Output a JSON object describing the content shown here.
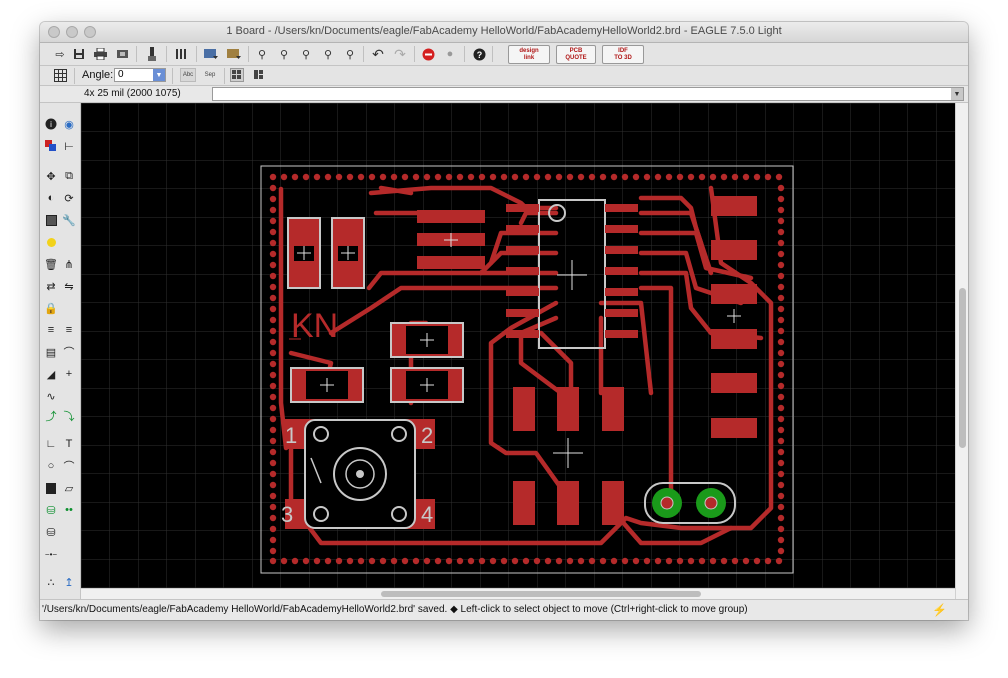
{
  "window": {
    "title": "1 Board - /Users/kn/Documents/eagle/FabAcademy HelloWorld/FabAcademyHelloWorld2.brd - EAGLE 7.5.0 Light"
  },
  "toolbar2": {
    "angle_label": "Angle:",
    "angle_value": "0",
    "abc_label": "Abc",
    "sep_label": "Sep"
  },
  "toolbar1": {
    "design_link_top": "design",
    "design_link_bottom": "link",
    "pcb_quote_top": "PCB",
    "pcb_quote_bottom": "QUOTE",
    "idf_top": "IDF",
    "idf_bottom": "TO 3D"
  },
  "command": {
    "coord_display": "4x 25 mil (2000 1075)",
    "command_value": ""
  },
  "board": {
    "silk_label": "KN",
    "pin_labels": [
      "1",
      "2",
      "3",
      "4"
    ]
  },
  "status": {
    "message": "'/Users/kn/Documents/eagle/FabAcademy HelloWorld/FabAcademyHelloWorld2.brd' saved.  ◆ Left-click to select object to move (Ctrl+right-click to move group)"
  },
  "colors": {
    "copper": "#b52a2a",
    "silk": "#c8c8c8",
    "grid": "#3a3a3a",
    "via_green": "#1a9a1a",
    "canvas_bg": "#000000"
  }
}
